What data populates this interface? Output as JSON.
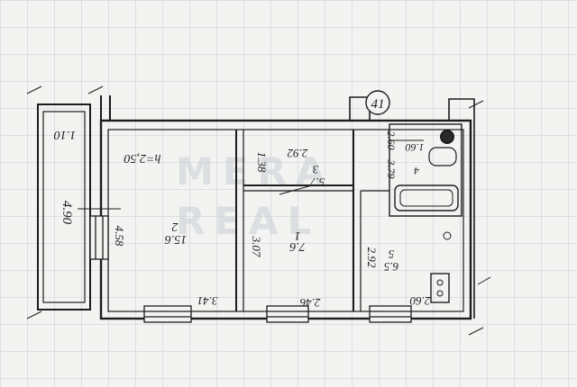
{
  "plan": {
    "section_number": "41",
    "ceiling_height": "h=2,50",
    "watermark_line1": "MERA",
    "watermark_line2": "REAL",
    "rooms": [
      {
        "number": "1",
        "area": "7.6"
      },
      {
        "number": "2",
        "area": "15.6"
      },
      {
        "number": "3",
        "area": "5.7"
      },
      {
        "number": "4",
        "area": "3.79"
      },
      {
        "number": "5",
        "area": "6.5"
      }
    ],
    "dimensions": {
      "balcony_width": "1.10",
      "balcony_length": "4.90",
      "room2_length": "4.58",
      "room2_width": "3.41",
      "room1_length": "3.07",
      "room1_width": "2.46",
      "hall_width": "2.92",
      "hall_depth": "1.38",
      "bath_width": "1.60",
      "bath_depth": "2.60",
      "kitchen_length": "2.92",
      "kitchen_width": "2.60"
    }
  }
}
